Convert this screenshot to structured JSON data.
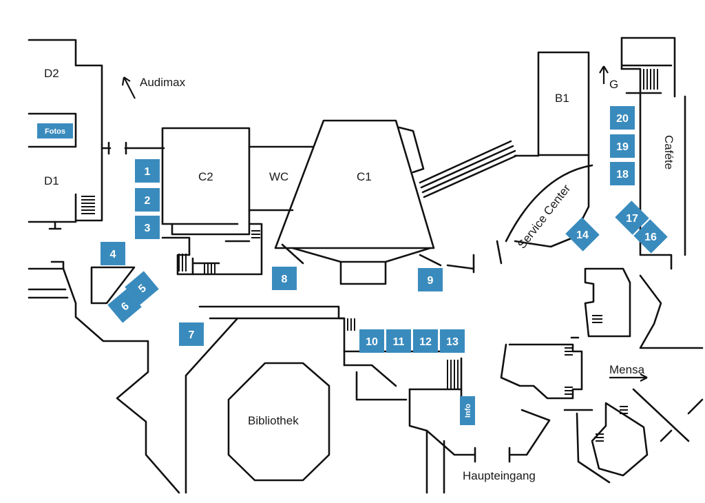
{
  "rooms": {
    "d2": "D2",
    "d1": "D1",
    "c2": "C2",
    "wc": "WC",
    "c1": "C1",
    "b1": "B1",
    "bibliothek": "Bibliothek",
    "service_center": "Service Center",
    "cafete": "Caféte"
  },
  "directions": {
    "audimax": "Audimax",
    "g": "G",
    "mensa": "Mensa",
    "haupteingang": "Haupteingang"
  },
  "markers": {
    "fotos": "Fotos",
    "info": "Info",
    "m1": "1",
    "m2": "2",
    "m3": "3",
    "m4": "4",
    "m5": "5",
    "m6": "6",
    "m7": "7",
    "m8": "8",
    "m9": "9",
    "m10": "10",
    "m11": "11",
    "m12": "12",
    "m13": "13",
    "m14": "14",
    "m16": "16",
    "m17": "17",
    "m18": "18",
    "m19": "19",
    "m20": "20"
  },
  "colors": {
    "marker": "#3a8bbd",
    "lines": "#111111"
  }
}
